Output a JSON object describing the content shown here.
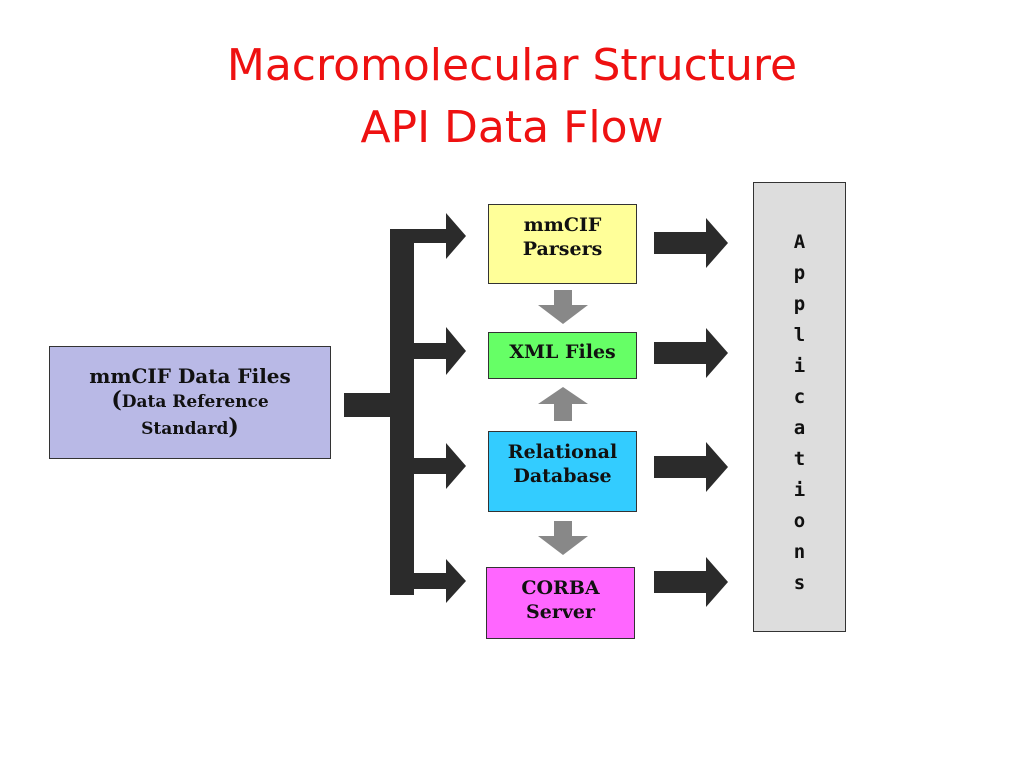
{
  "slide": {
    "title_line1": "Macromolecular Structure",
    "title_line2": "API  Data Flow"
  },
  "source": {
    "line1": "mmCIF Data Files",
    "paren_open": "(",
    "line2": "Data Reference",
    "line3": "Standard",
    "paren_close": ")"
  },
  "nodes": {
    "parsers": {
      "line1": "mmCIF",
      "line2": "Parsers"
    },
    "xml": {
      "line1": "XML Files"
    },
    "database": {
      "line1": "Relational",
      "line2": "Database"
    },
    "corba": {
      "line1": "CORBA",
      "line2": "Server"
    }
  },
  "applications": {
    "letters": [
      "A",
      "p",
      "p",
      "l",
      "i",
      "c",
      "a",
      "t",
      "i",
      "o",
      "n",
      "s"
    ]
  },
  "colors": {
    "title": "#ee1111",
    "source_fill": "#b9b9e6",
    "parsers_fill": "#ffff99",
    "xml_fill": "#66ff66",
    "database_fill": "#33ccff",
    "corba_fill": "#ff66ff",
    "applications_fill": "#dddddd",
    "dark_arrow": "#2b2b2b",
    "gray_arrow": "#888888"
  }
}
